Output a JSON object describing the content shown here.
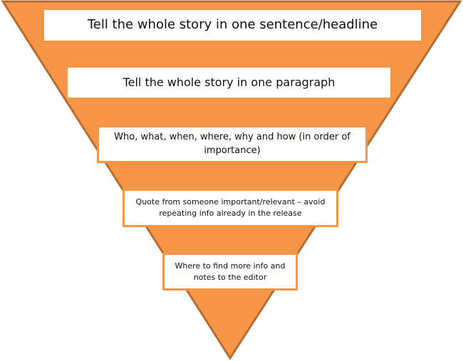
{
  "diagram": {
    "title_shape": "inverted-pyramid",
    "colors": {
      "fill": "#F79646",
      "stroke": "#B46E34",
      "box": "#FFFFFF"
    },
    "levels": [
      {
        "text": "Tell the whole story in one sentence/headline"
      },
      {
        "text": "Tell the whole story in one paragraph"
      },
      {
        "text": "Who, what, when, where, why and how (in order of importance)"
      },
      {
        "text": "Quote from someone important/relevant – avoid repeating info already in the release"
      },
      {
        "text": "Where to find more info and notes to the editor"
      }
    ]
  }
}
